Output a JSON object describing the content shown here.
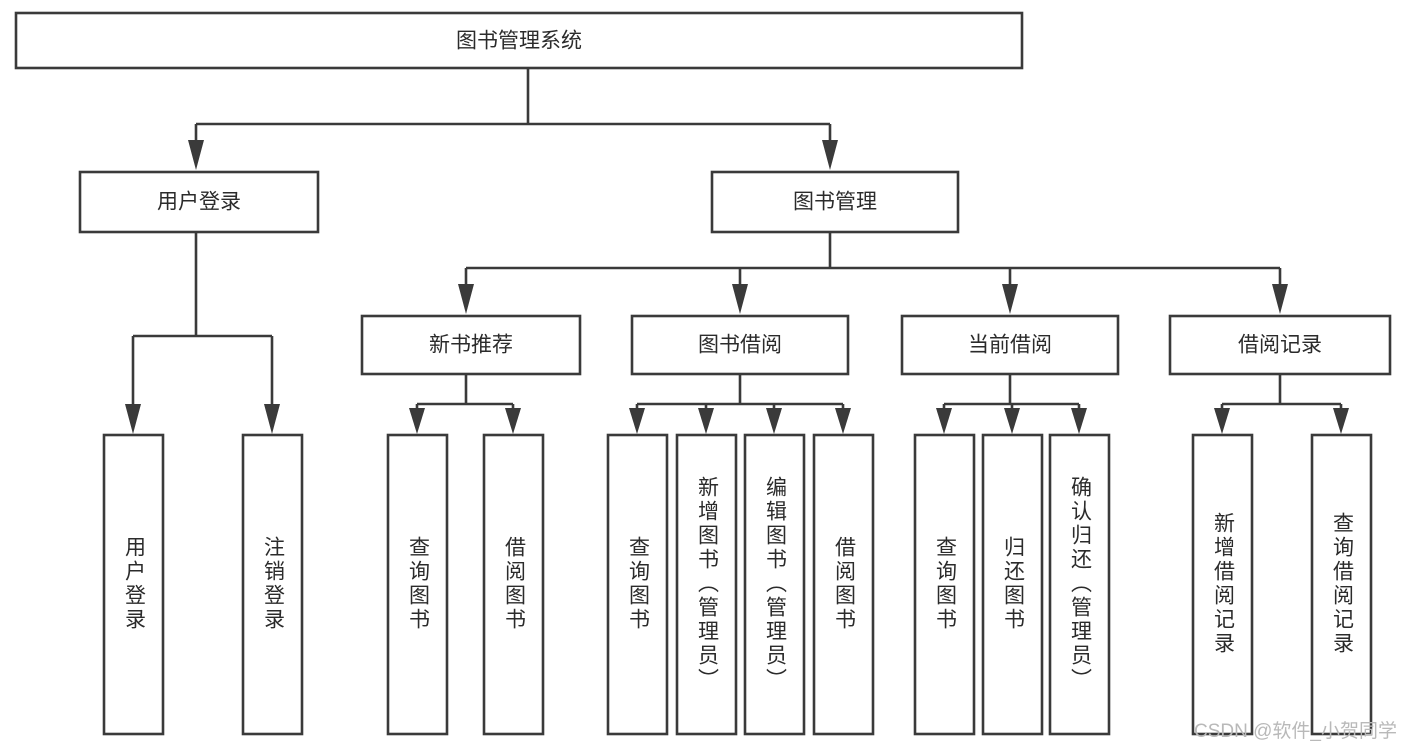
{
  "diagram": {
    "type": "tree-hierarchy-chart",
    "title": "图书管理系统",
    "watermark": "CSDN @软件_小贺同学",
    "colors": {
      "stroke": "#3a3a3a",
      "box_fill": "#ffffff",
      "text": "#2b2b2b",
      "background": "#ffffff",
      "watermark": "#b9b9b9"
    },
    "root": {
      "label": "图书管理系统"
    },
    "level2": [
      {
        "label": "用户登录"
      },
      {
        "label": "图书管理"
      }
    ],
    "level3": [
      {
        "label": "新书推荐"
      },
      {
        "label": "图书借阅"
      },
      {
        "label": "当前借阅"
      },
      {
        "label": "借阅记录"
      }
    ],
    "leaves": {
      "user_login": [
        {
          "label": "用户登录"
        },
        {
          "label": "注销登录"
        }
      ],
      "new_book_recommend": [
        {
          "label": "查询图书"
        },
        {
          "label": "借阅图书"
        }
      ],
      "book_borrow": [
        {
          "label": "查询图书"
        },
        {
          "label": "新增图书（管理员）"
        },
        {
          "label": "编辑图书（管理员）"
        },
        {
          "label": "借阅图书"
        }
      ],
      "current_borrow": [
        {
          "label": "查询图书"
        },
        {
          "label": "归还图书"
        },
        {
          "label": "确认归还（管理员）"
        }
      ],
      "borrow_record": [
        {
          "label": "新增借阅记录"
        },
        {
          "label": "查询借阅记录"
        }
      ]
    }
  }
}
